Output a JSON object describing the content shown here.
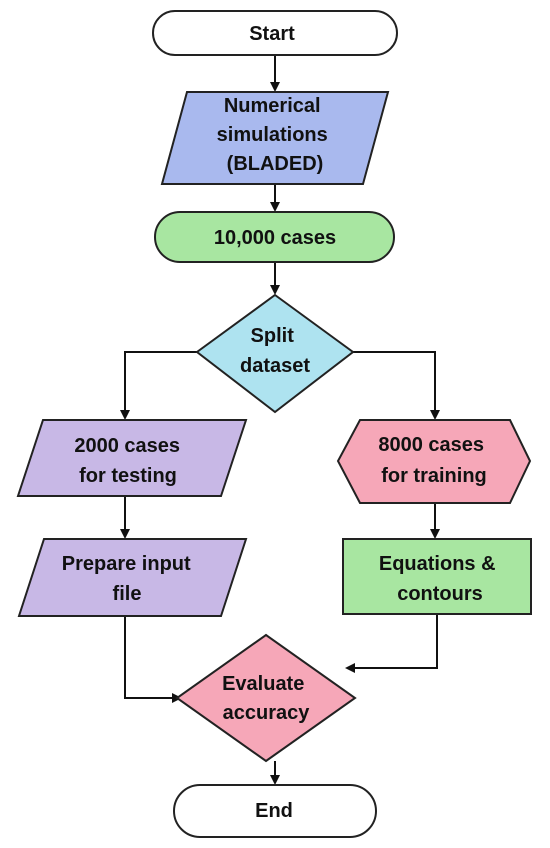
{
  "flowchart": {
    "start": {
      "label": "Start",
      "fill": "#ffffff"
    },
    "numerical_simulations": {
      "lines": [
        "Numerical",
        "simulations",
        "(BLADED)"
      ],
      "fill": "#a9b9ee"
    },
    "cases_total": {
      "label": "10,000 cases",
      "fill": "#a8e6a1"
    },
    "split_dataset": {
      "lines": [
        "Split",
        "dataset"
      ],
      "fill": "#aee3f0"
    },
    "testing_cases": {
      "lines": [
        "2000 cases",
        "for testing"
      ],
      "fill": "#c8b8e6"
    },
    "training_cases": {
      "lines": [
        "8000 cases",
        "for training"
      ],
      "fill": "#f6a7b8"
    },
    "prepare_input": {
      "lines": [
        "Prepare input",
        "file"
      ],
      "fill": "#c8b8e6"
    },
    "equations": {
      "lines": [
        "Equations &",
        "contours"
      ],
      "fill": "#a8e6a1"
    },
    "evaluate": {
      "lines": [
        "Evaluate",
        "accuracy"
      ],
      "fill": "#f6a7b8"
    },
    "end": {
      "label": "End",
      "fill": "#ffffff"
    }
  }
}
